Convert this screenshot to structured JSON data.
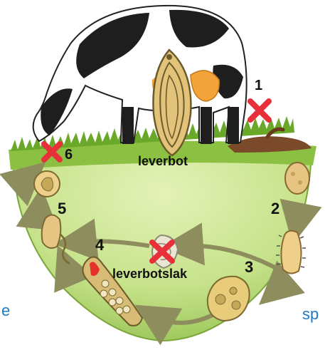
{
  "diagram": {
    "title": "leverbot",
    "snail_label": "leverbotslak",
    "stages": [
      "1",
      "2",
      "3",
      "4",
      "5",
      "6"
    ],
    "edge_text_left": "e",
    "edge_text_right": "sp"
  },
  "colors": {
    "grass": "#7fb83a",
    "ground_light": "#d6eaa4",
    "ground_dark": "#9cc85a",
    "cross": "#e8303a",
    "arrow": "#9a9a6a",
    "stage_body": "#e6c482",
    "edge_text": "#1f78c8"
  },
  "icons": [
    "cow-icon",
    "liver-fluke-icon",
    "snail-icon",
    "cross-mark-icon",
    "egg-icon",
    "miracidium-icon",
    "sporocyst-icon",
    "redia-icon",
    "cercaria-icon",
    "metacercaria-icon"
  ]
}
